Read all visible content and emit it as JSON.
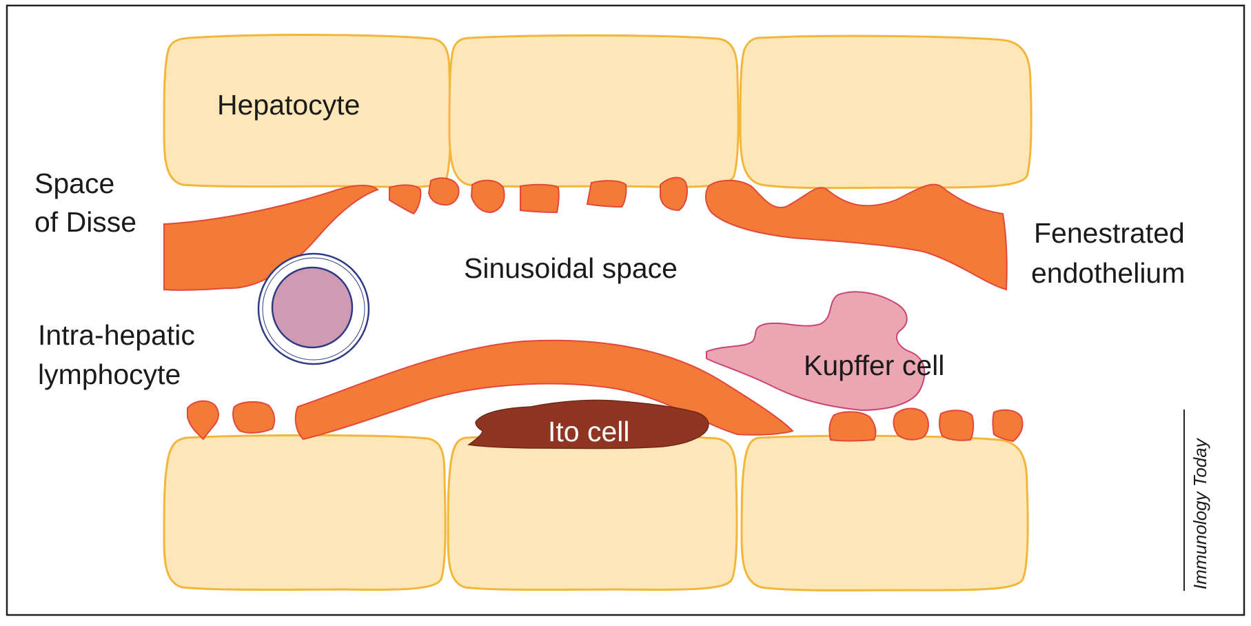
{
  "labels": {
    "hepatocyte": "Hepatocyte",
    "space_of_disse_line1": "Space",
    "space_of_disse_line2": "of Disse",
    "sinusoidal_space": "Sinusoidal space",
    "fenestrated_line1": "Fenestrated",
    "fenestrated_line2": "endothelium",
    "lymphocyte_line1": "Intra-hepatic",
    "lymphocyte_line2": "lymphocyte",
    "kupffer_cell": "Kupffer cell",
    "ito_cell": "Ito cell",
    "credit": "Immunology Today"
  },
  "colors": {
    "hepatocyte_fill": "#fde7b8",
    "hepatocyte_stroke": "#f2b63a",
    "endothelium_fill": "#f47a38",
    "endothelium_stroke": "#e2473a",
    "kupffer_fill": "#eaa7b3",
    "kupffer_stroke": "#c9456f",
    "ito_fill": "#8f3522",
    "lymphocyte_fill": "#cf9ab2",
    "lymphocyte_ring": "#2e3a86",
    "text": "#1a1a1a",
    "frame": "#222222"
  }
}
